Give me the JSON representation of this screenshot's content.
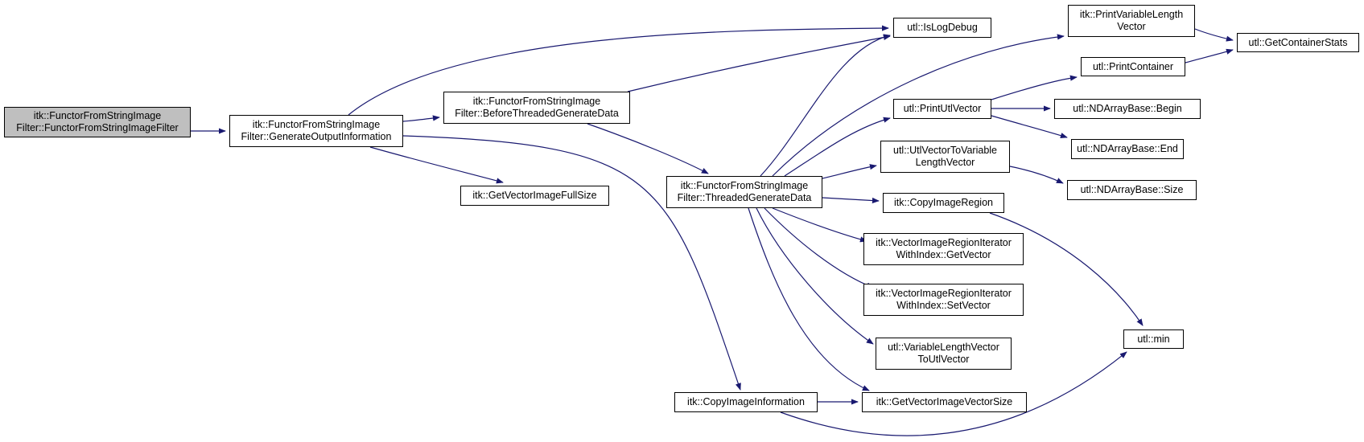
{
  "graph": {
    "edge_color": "#191970",
    "root_fill": "#bfbfbf",
    "nodes": [
      {
        "id": "root",
        "label": "itk::FunctorFromStringImage\nFilter::FunctorFromStringImageFilter"
      },
      {
        "id": "genout",
        "label": "itk::FunctorFromStringImage\nFilter::GenerateOutputInformation"
      },
      {
        "id": "islog",
        "label": "utl::IsLogDebug"
      },
      {
        "id": "before",
        "label": "itk::FunctorFromStringImage\nFilter::BeforeThreadedGenerateData"
      },
      {
        "id": "vecfull",
        "label": "itk::GetVectorImageFullSize"
      },
      {
        "id": "copyinfo",
        "label": "itk::CopyImageInformation"
      },
      {
        "id": "threaded",
        "label": "itk::FunctorFromStringImage\nFilter::ThreadedGenerateData"
      },
      {
        "id": "printvlv",
        "label": "itk::PrintVariableLength\nVector"
      },
      {
        "id": "contstats",
        "label": "utl::GetContainerStats"
      },
      {
        "id": "printcont",
        "label": "utl::PrintContainer"
      },
      {
        "id": "printutl",
        "label": "utl::PrintUtlVector"
      },
      {
        "id": "begin",
        "label": "utl::NDArrayBase::Begin"
      },
      {
        "id": "end",
        "label": "utl::NDArrayBase::End"
      },
      {
        "id": "utltovlv",
        "label": "utl::UtlVectorToVariable\nLengthVector"
      },
      {
        "id": "size",
        "label": "utl::NDArrayBase::Size"
      },
      {
        "id": "copyregion",
        "label": "itk::CopyImageRegion"
      },
      {
        "id": "getvec",
        "label": "itk::VectorImageRegionIterator\nWithIndex::GetVector"
      },
      {
        "id": "setvec",
        "label": "itk::VectorImageRegionIterator\nWithIndex::SetVector"
      },
      {
        "id": "vlvtoutl",
        "label": "utl::VariableLengthVector\nToUtlVector"
      },
      {
        "id": "min",
        "label": "utl::min"
      },
      {
        "id": "vecsize",
        "label": "itk::GetVectorImageVectorSize"
      }
    ],
    "edges": [
      [
        "root",
        "genout"
      ],
      [
        "genout",
        "islog"
      ],
      [
        "genout",
        "before"
      ],
      [
        "genout",
        "vecfull"
      ],
      [
        "genout",
        "copyinfo"
      ],
      [
        "before",
        "islog"
      ],
      [
        "before",
        "threaded"
      ],
      [
        "threaded",
        "islog"
      ],
      [
        "threaded",
        "printvlv"
      ],
      [
        "threaded",
        "printutl"
      ],
      [
        "threaded",
        "utltovlv"
      ],
      [
        "threaded",
        "copyregion"
      ],
      [
        "threaded",
        "getvec"
      ],
      [
        "threaded",
        "setvec"
      ],
      [
        "threaded",
        "vlvtoutl"
      ],
      [
        "threaded",
        "vecsize"
      ],
      [
        "printvlv",
        "contstats"
      ],
      [
        "printcont",
        "contstats"
      ],
      [
        "printutl",
        "printcont"
      ],
      [
        "printutl",
        "begin"
      ],
      [
        "printutl",
        "end"
      ],
      [
        "utltovlv",
        "size"
      ],
      [
        "copyregion",
        "min"
      ],
      [
        "copyinfo",
        "vecsize"
      ],
      [
        "copyinfo",
        "min"
      ]
    ]
  }
}
